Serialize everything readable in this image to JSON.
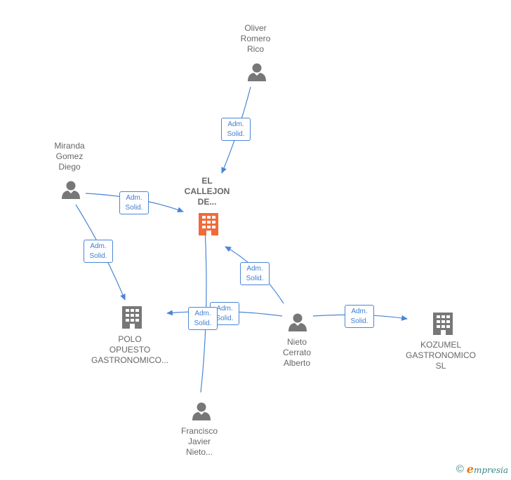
{
  "colors": {
    "edge": "#4a86d4",
    "person_icon": "#777777",
    "company_icon": "#777777",
    "center_company_icon": "#f06a3a",
    "label_text": "#666666"
  },
  "nodes": {
    "center": {
      "label": "EL\nCALLEJON\nDE...",
      "icon": "building-icon"
    },
    "oliver": {
      "label": "Oliver\nRomero\nRico",
      "icon": "person-icon"
    },
    "miranda": {
      "label": "Miranda\nGomez\nDiego",
      "icon": "person-icon"
    },
    "polo": {
      "label": "POLO\nOPUESTO\nGASTRONOMICO...",
      "icon": "building-icon"
    },
    "nieto": {
      "label": "Nieto\nCerrato\nAlberto",
      "icon": "person-icon"
    },
    "kozumel": {
      "label": "KOZUMEL\nGASTRONOMICO\nSL",
      "icon": "building-icon"
    },
    "francisco": {
      "label": "Francisco\nJavier\nNieto...",
      "icon": "person-icon"
    }
  },
  "edges": [
    {
      "label": "Adm.\nSolid."
    },
    {
      "label": "Adm.\nSolid."
    },
    {
      "label": "Adm.\nSolid."
    },
    {
      "label": "Adm.\nSolid."
    },
    {
      "label": "Adm.\nSolid."
    },
    {
      "label": "Adm.\nSolid."
    },
    {
      "label": "Adm.\nSolid."
    }
  ],
  "footer": {
    "copyright": "©",
    "brand_e": "e",
    "brand_rest": "mpresia"
  }
}
